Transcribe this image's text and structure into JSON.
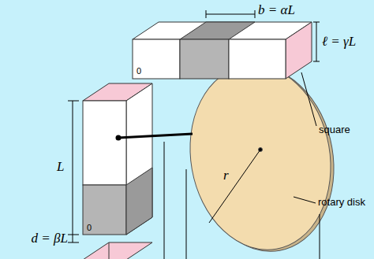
{
  "diagram": {
    "labels": [
      "b = αL",
      "0",
      "ℓ = γL",
      "L",
      "square",
      "r",
      "0",
      "rotary disk",
      "d = βL"
    ]
  }
}
